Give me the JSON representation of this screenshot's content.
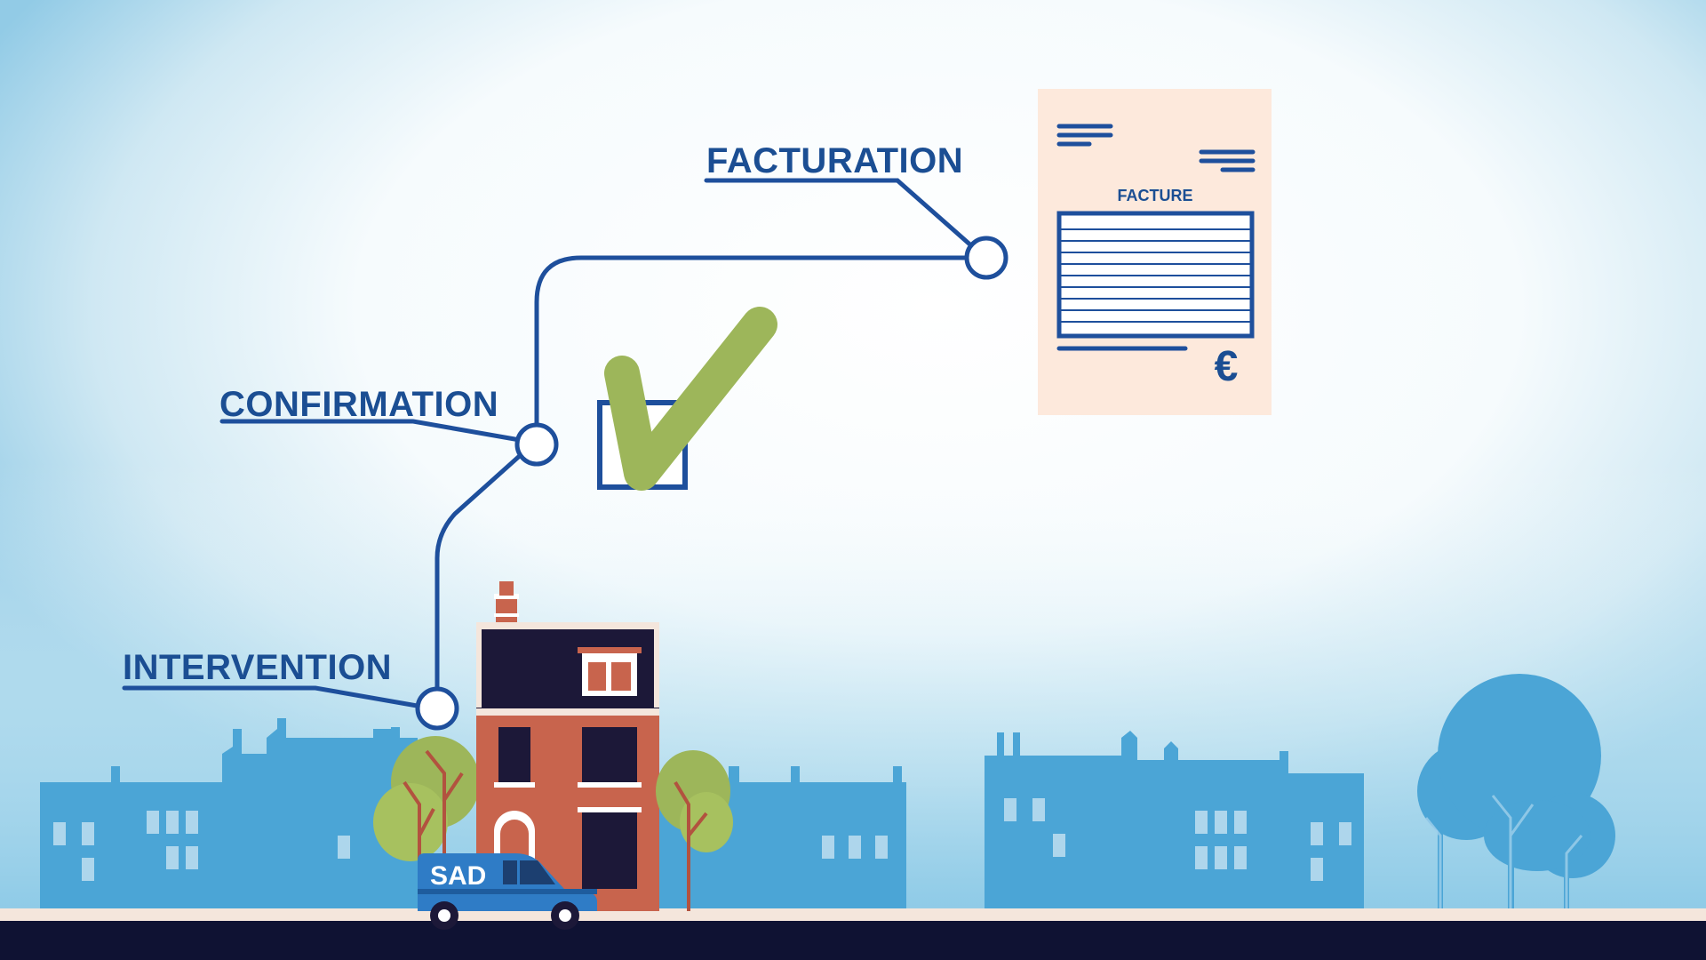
{
  "steps": [
    {
      "id": "intervention",
      "label": "INTERVENTION"
    },
    {
      "id": "confirmation",
      "label": "CONFIRMATION"
    },
    {
      "id": "facturation",
      "label": "FACTURATION"
    }
  ],
  "invoice": {
    "title": "FACTURE",
    "currency_symbol": "€"
  },
  "van": {
    "label": "SAD"
  },
  "colors": {
    "line": "#1e4f9c",
    "text": "#1b4e93",
    "check": "#9db65a",
    "invoice_bg": "#fde9dc",
    "skyline": "#4ba5d6",
    "ground": "#0f1233",
    "brick": "#c8644d",
    "roof": "#1c1838"
  }
}
